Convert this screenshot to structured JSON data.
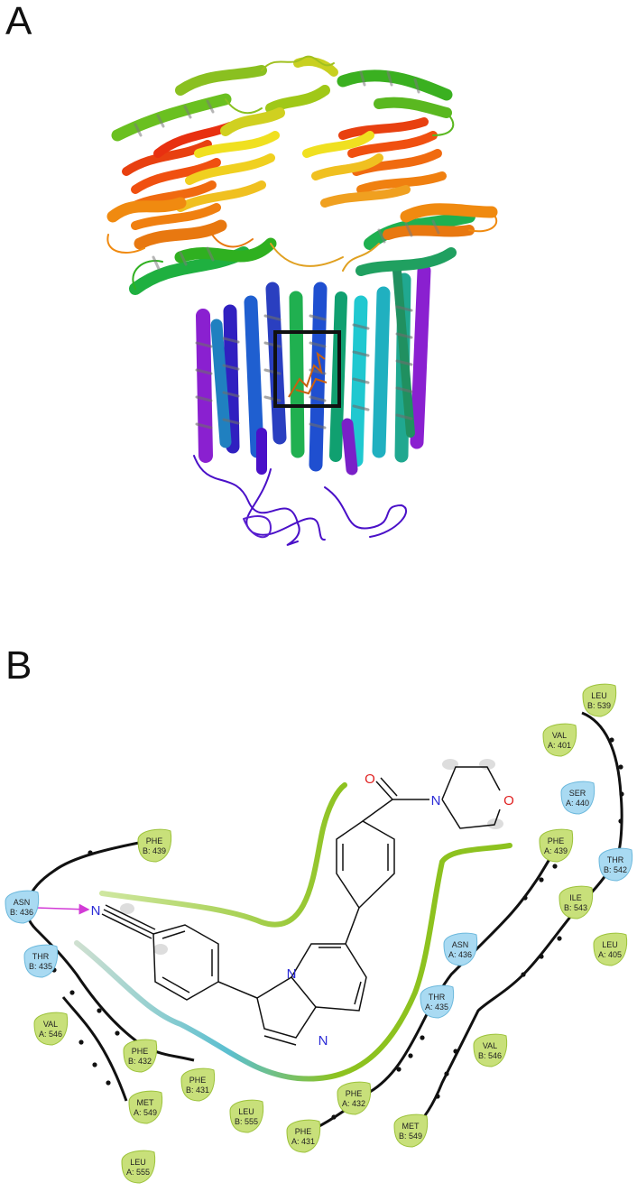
{
  "panels": {
    "a": {
      "label": "A"
    },
    "b": {
      "label": "B"
    }
  },
  "colors": {
    "hydrophobic_residue": "#c8e07a",
    "polar_residue": "#a9daf2",
    "pocket_contour": "#8dc21f",
    "hbond_arrow": "#d23bd6",
    "nitrogen": "#2b2bd6",
    "oxygen": "#e02020",
    "highlight_box": "#111111"
  },
  "ligand_atoms": {
    "nitrile_n": "N",
    "amide_n": "N",
    "morpholine_o": "O",
    "carbonyl_o": "O",
    "ring_n1": "N",
    "ring_n2": "N"
  },
  "residues": [
    {
      "id": "leu-b539",
      "l1": "LEU",
      "l2": "B: 539",
      "type": "hydrophobic"
    },
    {
      "id": "val-a401",
      "l1": "VAL",
      "l2": "A: 401",
      "type": "hydrophobic"
    },
    {
      "id": "ser-a440",
      "l1": "SER",
      "l2": "A: 440",
      "type": "polar"
    },
    {
      "id": "phe-a439",
      "l1": "PHE",
      "l2": "A: 439",
      "type": "hydrophobic"
    },
    {
      "id": "thr-b542",
      "l1": "THR",
      "l2": "B: 542",
      "type": "polar"
    },
    {
      "id": "ile-b543",
      "l1": "ILE",
      "l2": "B: 543",
      "type": "hydrophobic"
    },
    {
      "id": "leu-a405",
      "l1": "LEU",
      "l2": "A: 405",
      "type": "hydrophobic"
    },
    {
      "id": "asn-a436",
      "l1": "ASN",
      "l2": "A: 436",
      "type": "polar"
    },
    {
      "id": "thr-a435",
      "l1": "THR",
      "l2": "A: 435",
      "type": "polar"
    },
    {
      "id": "val-b546",
      "l1": "VAL",
      "l2": "B: 546",
      "type": "hydrophobic"
    },
    {
      "id": "phe-a432",
      "l1": "PHE",
      "l2": "A: 432",
      "type": "hydrophobic"
    },
    {
      "id": "met-b549",
      "l1": "MET",
      "l2": "B: 549",
      "type": "hydrophobic"
    },
    {
      "id": "phe-a431",
      "l1": "PHE",
      "l2": "A: 431",
      "type": "hydrophobic"
    },
    {
      "id": "leu-b555",
      "l1": "LEU",
      "l2": "B: 555",
      "type": "hydrophobic"
    },
    {
      "id": "phe-b439",
      "l1": "PHE",
      "l2": "B: 439",
      "type": "hydrophobic"
    },
    {
      "id": "asn-b436",
      "l1": "ASN",
      "l2": "B: 436",
      "type": "polar"
    },
    {
      "id": "thr-b435",
      "l1": "THR",
      "l2": "B: 435",
      "type": "polar"
    },
    {
      "id": "val-a546",
      "l1": "VAL",
      "l2": "A: 546",
      "type": "hydrophobic"
    },
    {
      "id": "phe-b432",
      "l1": "PHE",
      "l2": "B: 432",
      "type": "hydrophobic"
    },
    {
      "id": "phe-b431",
      "l1": "PHE",
      "l2": "B: 431",
      "type": "hydrophobic"
    },
    {
      "id": "met-a549",
      "l1": "MET",
      "l2": "A: 549",
      "type": "hydrophobic"
    },
    {
      "id": "leu-a555",
      "l1": "LEU",
      "l2": "A: 555",
      "type": "hydrophobic"
    }
  ]
}
